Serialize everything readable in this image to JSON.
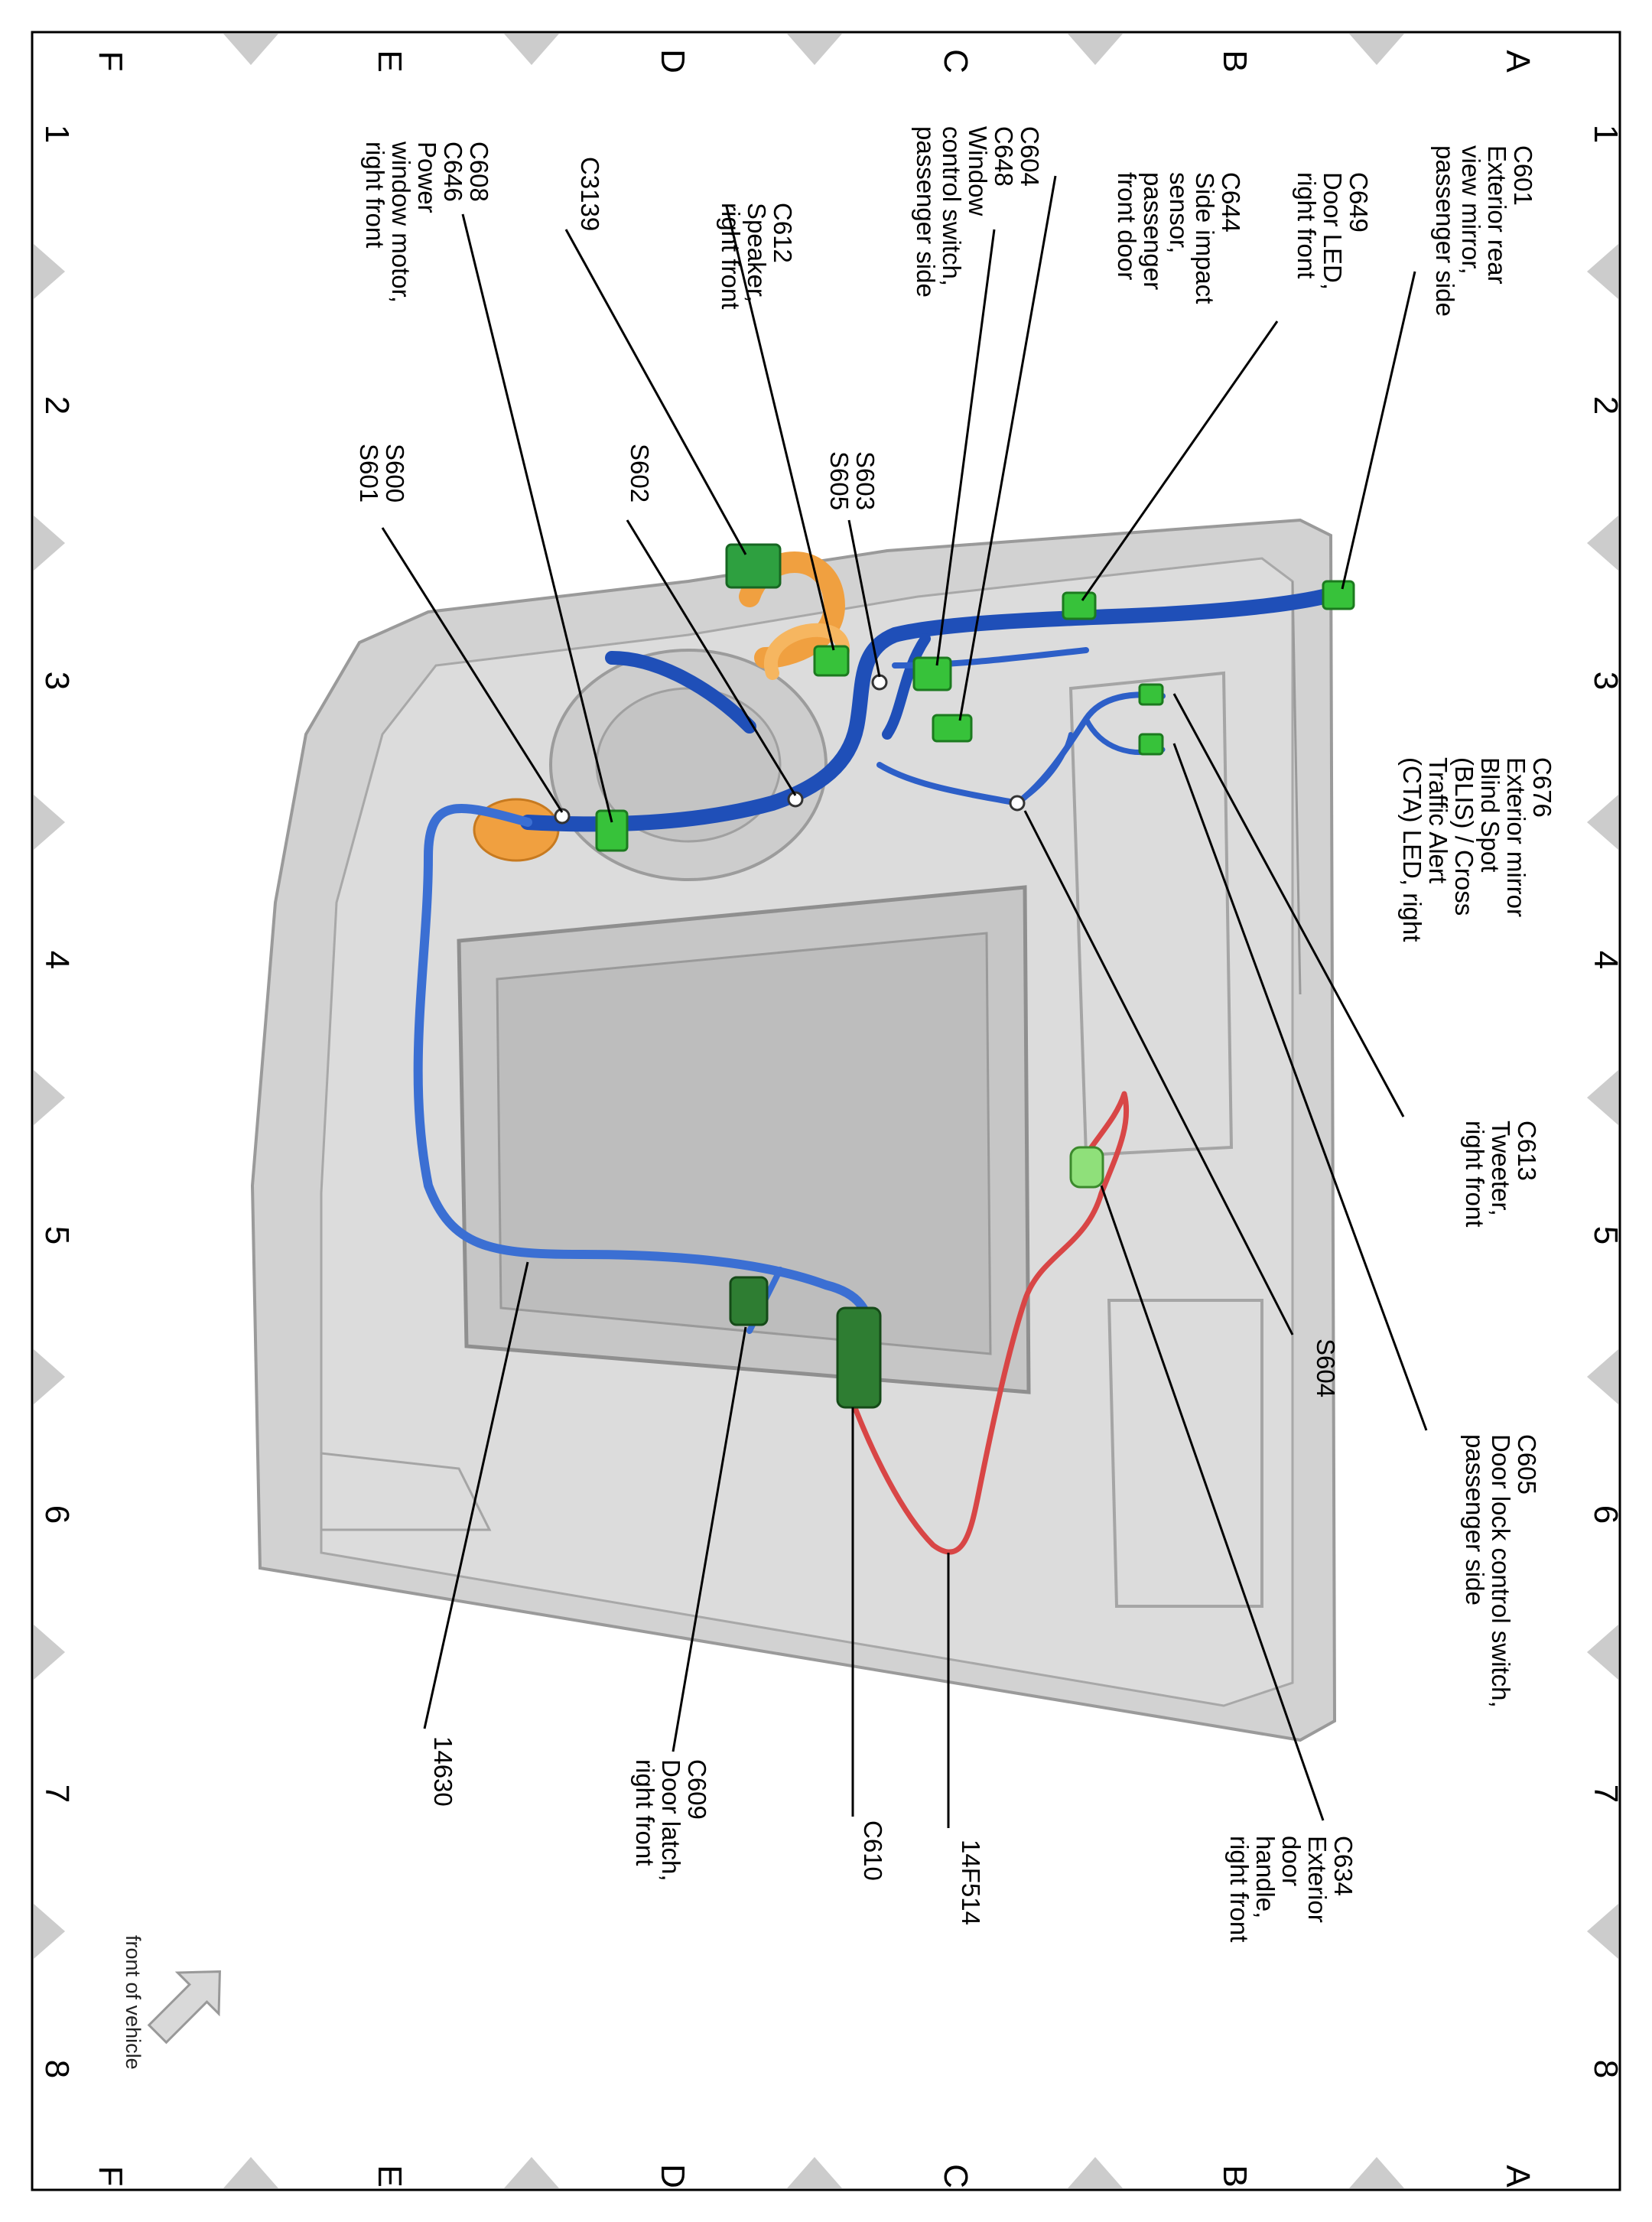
{
  "colors": {
    "frame": "#000000",
    "triangle": "#cccccc",
    "door_panel": "#cfcfcf",
    "door_panel_dark": "#b9b9b9",
    "harness_main": "#1f4fb8",
    "harness_light": "#3b6fd3",
    "harness_red": "#d84646",
    "connector_green": "#37c23a",
    "connector_dark_green": "#2e7d32",
    "orange": "#f0a040"
  },
  "grid": {
    "rows_top": [
      "A",
      "B",
      "C",
      "D",
      "E",
      "F"
    ],
    "rows_bottom": [
      "A",
      "B",
      "C",
      "D",
      "E",
      "F"
    ],
    "columns_left": [
      "1",
      "2",
      "3",
      "4",
      "5",
      "6",
      "7",
      "8"
    ],
    "columns_right": [
      "1",
      "2",
      "3",
      "4",
      "5",
      "6",
      "7",
      "8"
    ]
  },
  "callouts": {
    "c601": [
      "C601",
      "Exterior rear",
      "view mirror,",
      "passenger side"
    ],
    "c649": [
      "C649",
      "Door LED,",
      "right front"
    ],
    "c644": [
      "C644",
      "Side impact",
      "sensor,",
      "passenger",
      "front door"
    ],
    "c604": [
      "C604",
      "C648",
      "Window",
      "control switch,",
      "passenger side"
    ],
    "c612": [
      "C612",
      "Speaker,",
      "right front"
    ],
    "c3139": [
      "C3139"
    ],
    "c608": [
      "C608",
      "C646",
      "Power",
      "window motor,",
      "right front"
    ],
    "s603": [
      "S603",
      "S605"
    ],
    "s602": [
      "S602"
    ],
    "s600": [
      "S600",
      "S601"
    ],
    "c676": [
      "C676",
      "Exterior mirror",
      "Blind Spot",
      "(BLIS) / Cross",
      "Traffic Alert",
      "(CTA) LED, right"
    ],
    "c613": [
      "C613",
      "Tweeter,",
      "right front"
    ],
    "s604": [
      "S604"
    ],
    "c605": [
      "C605",
      "Door lock control switch,",
      "passenger side"
    ],
    "c634": [
      "C634",
      "Exterior",
      "door",
      "handle,",
      "right front"
    ],
    "w14f514": [
      "14F514"
    ],
    "c610": [
      "C610"
    ],
    "c609": [
      "C609",
      "Door latch,",
      "right front"
    ],
    "w14630": [
      "14630"
    ]
  },
  "front_indicator": {
    "label": "front of vehicle",
    "icon": "arrow-icon"
  }
}
